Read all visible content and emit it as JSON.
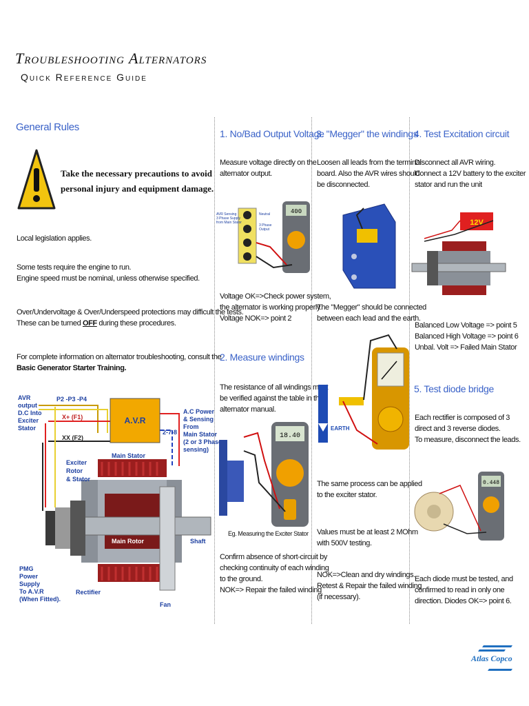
{
  "header": {
    "title": "Troubleshooting Alternators",
    "subtitle": "Quick Reference Guide"
  },
  "general": {
    "heading": "General Rules",
    "warning": [
      "Take the necessary precautions to avoid",
      "personal injury and equipment damage."
    ],
    "p1": "Local legislation applies.",
    "p2a": "Some tests require the engine to run.",
    "p2b": "Engine speed must be nominal, unless otherwise specified.",
    "p3a": "Over/Undervoltage & Over/Underspeed protections may difficult the tests.",
    "p3b_pre": "These can be turned ",
    "p3b_off": "OFF",
    "p3b_post": " during these procedures.",
    "p4a": "For complete information on alternator troubleshooting, consult the",
    "p4b": "Basic Generator Starter Training."
  },
  "diagram": {
    "avr_output": [
      "AVR",
      "output",
      "D.C Into",
      "Exciter",
      "Stator"
    ],
    "p_wires": "P2 -P3 -P4",
    "x_wire": "X+ (F1)",
    "xx_wire": "XX (F2)",
    "avr_box": "A.V.R",
    "sense": "2-7-8",
    "ac_power": [
      "A.C Power",
      "& Sensing",
      "From",
      "Main Stator",
      "(2 or 3 Phase",
      "sensing)"
    ],
    "exciter": [
      "Exciter",
      "Rotor",
      "& Stator"
    ],
    "main_stator": "Main Stator",
    "main_rotor": "Main Rotor",
    "shaft": "Shaft",
    "pmg": [
      "PMG",
      "Power",
      "Supply",
      "To A.V.R",
      "(When Fitted)."
    ],
    "rectifier": "Rectifier",
    "fan": "Fan"
  },
  "col1": {
    "heading": "1. No/Bad Output Voltage",
    "intro": [
      "Measure voltage directly on the",
      "alternator output."
    ],
    "meter_value": "400",
    "fig_labels": [
      "AVR Sensing",
      "3 Phase Supply",
      "from Main Stator",
      "Neutral",
      "3 Phase",
      "Output"
    ],
    "result": [
      "Voltage OK=>Check power system,",
      "the alternator is working properly.",
      "Voltage NOK=> point 2"
    ],
    "heading2": "2. Measure windings",
    "intro2": [
      "The resistance of all windings must",
      "be verified against the table in the",
      "alternator manual."
    ],
    "meter_value2": "18.40",
    "caption2": "Eg. Measuring the Exciter Stator",
    "confirm": [
      "Confirm absence of short-circuit by",
      "checking continuity of each winding",
      "to the ground.",
      "NOK=> Repair the failed winding"
    ]
  },
  "col2": {
    "heading": "3. \"Megger\" the windings",
    "intro": [
      "Loosen all leads from the terminal",
      "board. Also the AVR wires should",
      "be disconnected."
    ],
    "megger": [
      "The \"Megger\" should be connected",
      "between each lead and the earth."
    ],
    "earth": "EARTH",
    "same": [
      "The same process can be applied",
      "to the exciter stator."
    ],
    "values": [
      "Values must be at least 2 MOhm",
      "with 500V testing."
    ],
    "nok": [
      "NOK=>Clean and dry windings.",
      "Retest  & Repair the failed winding",
      "(if necessary)."
    ]
  },
  "col3": {
    "heading": "4. Test Excitation circuit",
    "intro": [
      "Disconnect all AVR wiring.",
      "Connect a 12V battery to the exciter",
      "stator and run the unit"
    ],
    "battery": "12V",
    "results": [
      "Balanced Low Voltage => point 5",
      "Balanced High Voltage => point 6",
      "Unbal. Volt => Failed Main Stator"
    ],
    "heading2": "5. Test diode bridge",
    "intro2": [
      "Each rectifier is composed of 3",
      "direct and 3 reverse diodes.",
      "To measure, disconnect the leads."
    ],
    "meter_value2": "0.448",
    "each": [
      "Each diode must be tested, and",
      "confirmed to read in only one",
      "direction. Diodes OK=> point 6."
    ]
  },
  "brand": "Atlas Copco"
}
